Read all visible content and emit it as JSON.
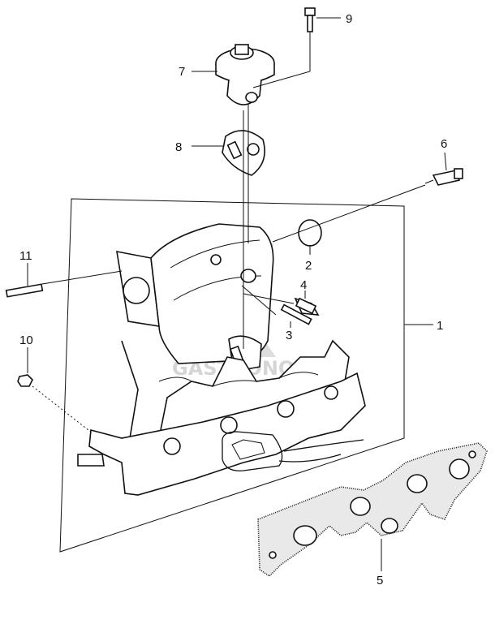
{
  "callouts": [
    {
      "id": "1",
      "label": "1"
    },
    {
      "id": "2",
      "label": "2"
    },
    {
      "id": "3",
      "label": "3"
    },
    {
      "id": "4",
      "label": "4"
    },
    {
      "id": "5",
      "label": "5"
    },
    {
      "id": "6",
      "label": "6"
    },
    {
      "id": "7",
      "label": "7"
    },
    {
      "id": "8",
      "label": "8"
    },
    {
      "id": "9",
      "label": "9"
    },
    {
      "id": "10",
      "label": "10"
    },
    {
      "id": "11",
      "label": "11"
    }
  ],
  "watermark": {
    "text": "GASTRONO"
  },
  "colors": {
    "ink": "#111111",
    "watermark": "#c8c8c8",
    "highlight_marker": "#111111"
  }
}
